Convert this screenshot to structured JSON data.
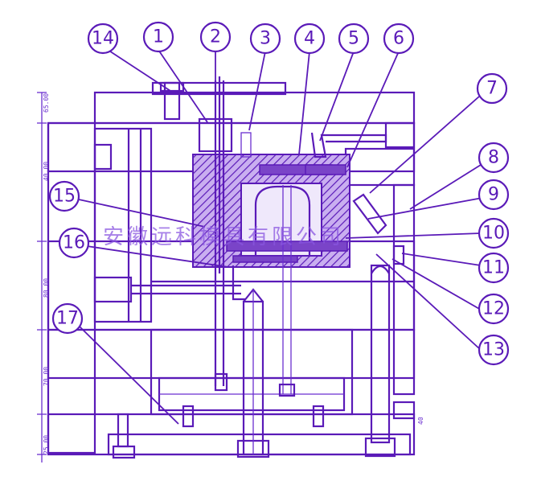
{
  "callouts": [
    {
      "label": "14"
    },
    {
      "label": "1"
    },
    {
      "label": "2"
    },
    {
      "label": "3"
    },
    {
      "label": "4"
    },
    {
      "label": "5"
    },
    {
      "label": "6"
    },
    {
      "label": "7"
    },
    {
      "label": "8"
    },
    {
      "label": "9"
    },
    {
      "label": "10"
    },
    {
      "label": "11"
    },
    {
      "label": "12"
    },
    {
      "label": "13"
    },
    {
      "label": "15"
    },
    {
      "label": "16"
    },
    {
      "label": "17"
    }
  ],
  "dimensions": [
    "65.00",
    "40.00",
    "80.00",
    "70.00",
    "25.00"
  ],
  "right_mark": "40",
  "watermark": "安徽远科模具有限公司",
  "colors": {
    "line": "#5a1ab8",
    "hatch": "#7a44c8",
    "background": "#ffffff"
  }
}
